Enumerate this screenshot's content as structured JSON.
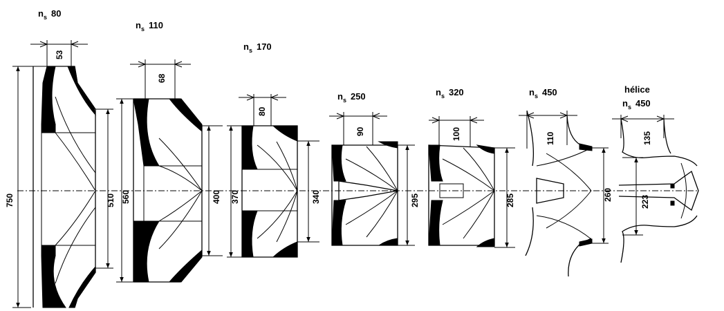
{
  "impellers": [
    {
      "ns_prefix": "n",
      "ns_sub": "s",
      "ns_value": "80",
      "outer_diameter": "750",
      "width": "53",
      "eye_diameter": "510"
    },
    {
      "ns_prefix": "n",
      "ns_sub": "s",
      "ns_value": "110",
      "outer_diameter": "560",
      "width": "68",
      "eye_diameter": "400"
    },
    {
      "ns_prefix": "n",
      "ns_sub": "s",
      "ns_value": "170",
      "outer_diameter": "370",
      "width": "80",
      "eye_diameter": "340"
    },
    {
      "ns_prefix": "n",
      "ns_sub": "s",
      "ns_value": "250",
      "width": "90",
      "eye_diameter": "295"
    },
    {
      "ns_prefix": "n",
      "ns_sub": "s",
      "ns_value": "320",
      "width": "100",
      "eye_diameter": "285"
    },
    {
      "ns_prefix": "n",
      "ns_sub": "s",
      "ns_value": "450",
      "width": "110",
      "eye_diameter": "260"
    },
    {
      "title": "hélice",
      "ns_prefix": "n",
      "ns_sub": "s",
      "ns_value": "450",
      "width": "135",
      "eye_diameter": "223"
    }
  ]
}
